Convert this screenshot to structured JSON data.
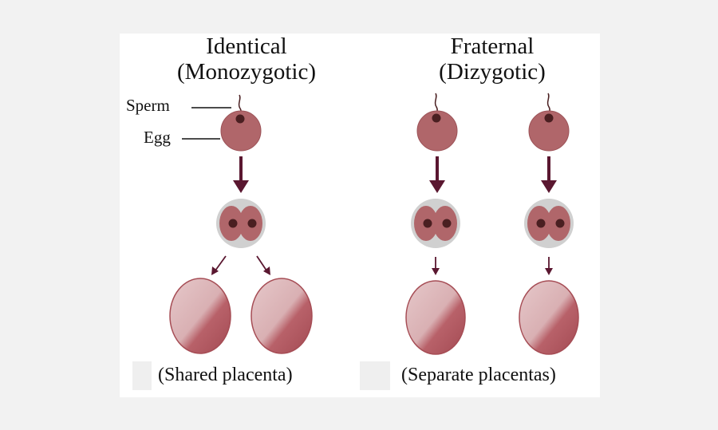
{
  "identical": {
    "title_line1": "Identical",
    "title_line2": "(Monozygotic)",
    "sperm_label": "Sperm",
    "egg_label": "Egg",
    "caption": "(Shared placenta)"
  },
  "fraternal": {
    "title_line1": "Fraternal",
    "title_line2": "(Dizygotic)",
    "caption": "(Separate placentas)"
  },
  "colors": {
    "egg": "#b0666a",
    "egg_dark": "#9c5257",
    "nucleus": "#4a1f21",
    "arrow": "#5a1730",
    "zygote_shell": "#d0d0d0",
    "placenta_light": "#e4c4c6",
    "placenta_dark": "#a64d55"
  }
}
